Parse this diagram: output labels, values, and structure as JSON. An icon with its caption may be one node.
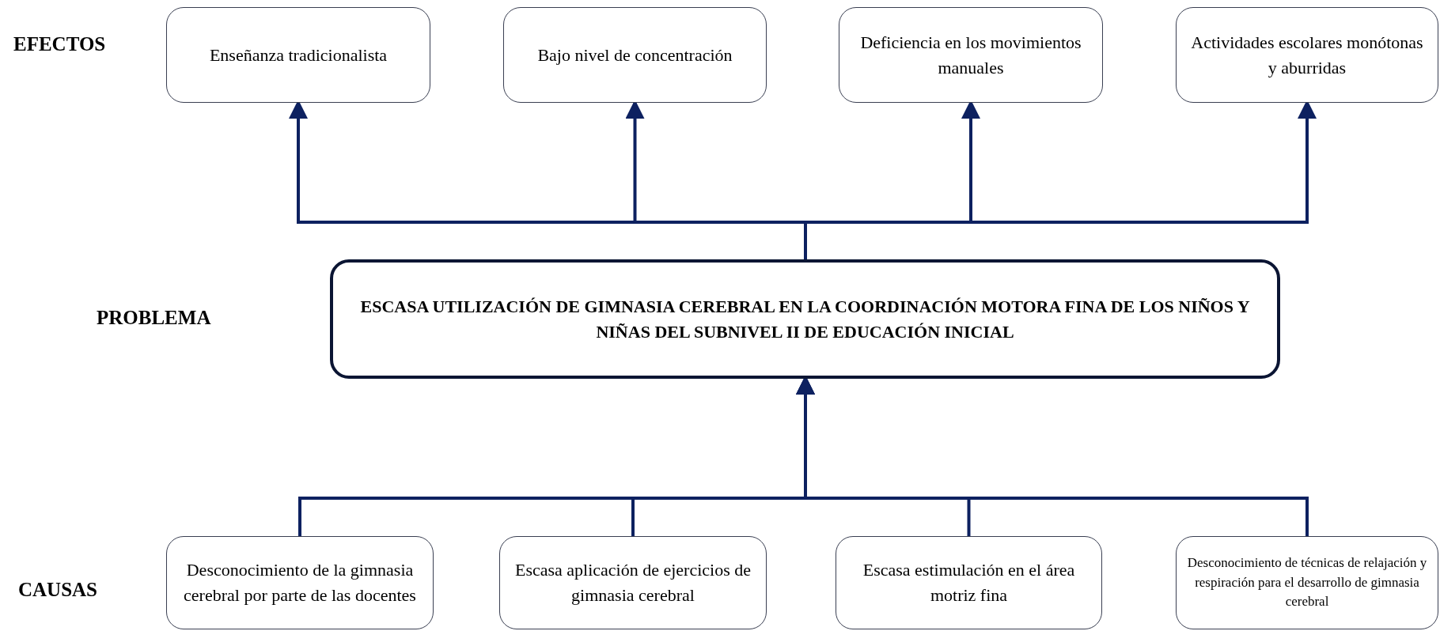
{
  "diagram": {
    "nodes": [
      {
        "text": [
          "Enseñanza tradicionalista"
        ]
      },
      {
        "text": [
          "Bajo nivel de concentración"
        ]
      },
      {
        "text": [
          "Deficiencia en los movimientos manuales"
        ]
      },
      {
        "text": [
          "Actividades escolares monótonas y aburridas"
        ]
      },
      {
        "text": [
          "ESCASA UTILIZACIÓN DE GIMNASIA CEREBRAL EN LA COORDINACIÓN MOTORA FINA DE LOS NIÑOS Y NIÑAS DEL SUBNIVEL II DE EDUCACIÓN INICIAL"
        ]
      },
      {
        "text": [
          "Desconocimiento de la gimnasia cerebral por parte de las docentes"
        ]
      },
      {
        "text": [
          "Escasa aplicación de ejercicios de gimnasia cerebral"
        ]
      },
      {
        "text": [
          "Escasa estimulación en el área motriz fina"
        ]
      },
      {
        "text": [
          "Desconocimiento de técnicas de relajación y respiración para el desarrollo de gimnasia cerebral"
        ]
      }
    ],
    "edges": [
      {
        "from": 4,
        "to": 0,
        "arrow": "to"
      },
      {
        "from": 4,
        "to": 1,
        "arrow": "to"
      },
      {
        "from": 4,
        "to": 2,
        "arrow": "to"
      },
      {
        "from": 4,
        "to": 3,
        "arrow": "to"
      },
      {
        "from": 5,
        "to": 4,
        "arrow": "to"
      },
      {
        "from": 6,
        "to": 4,
        "arrow": "to"
      },
      {
        "from": 7,
        "to": 4,
        "arrow": "to"
      },
      {
        "from": 8,
        "to": 4,
        "arrow": "to"
      }
    ],
    "labels": [
      "EFECTOS",
      "PROBLEMA",
      "CAUSAS"
    ]
  }
}
